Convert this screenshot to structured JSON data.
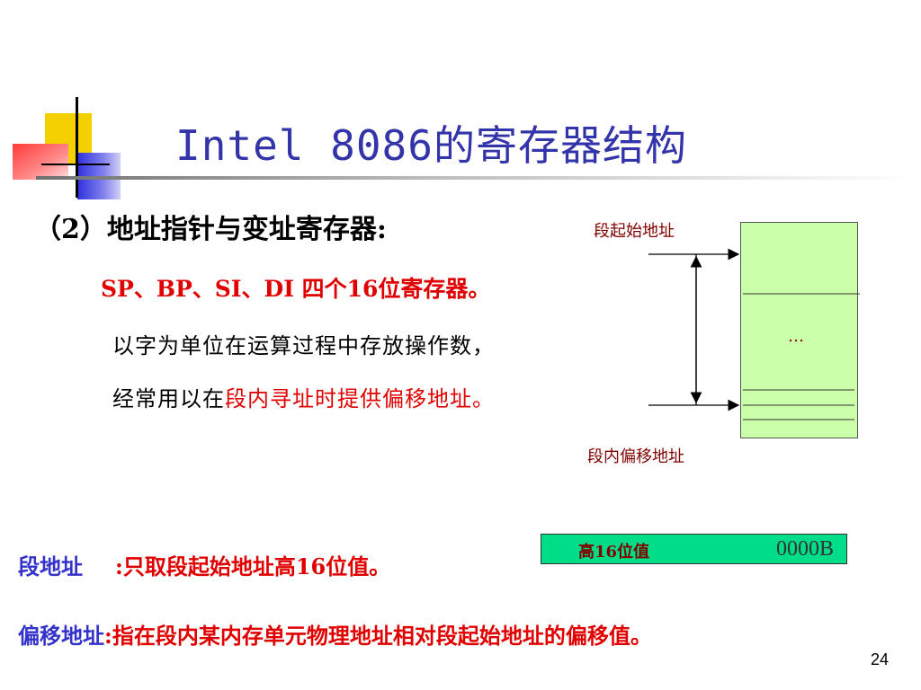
{
  "slide": {
    "title": "Intel 8086的寄存器结构",
    "section_heading": "（2）地址指针与变址寄存器:",
    "line1": "SP、BP、SI、DI   四个16位寄存器。",
    "line2": "以字为单位在运算过程中存放操作数，",
    "line3_prefix": "经常用以在",
    "line3_highlight": "段内寻址时提供偏移地址。",
    "page_number": "24"
  },
  "diagram": {
    "segment_start_label": "段起始地址",
    "offset_label": "段内偏移地址",
    "ellipsis": "…",
    "high16_label": "高16位值",
    "hex_value": "0000B"
  },
  "definitions": {
    "segment_term": "段地址",
    "segment_desc": ":只取段起始地址高16位值。",
    "offset_term": "偏移地址",
    "offset_desc": ":指在段内某内存单元物理地址相对段起始地址的偏移值。"
  },
  "colors": {
    "title": "#3333aa",
    "highlight_red": "#e00000",
    "label_maroon": "#800000",
    "memory_box": "#ccffaa",
    "register_bar": "#00dd88",
    "term_blue": "#3333cc"
  }
}
